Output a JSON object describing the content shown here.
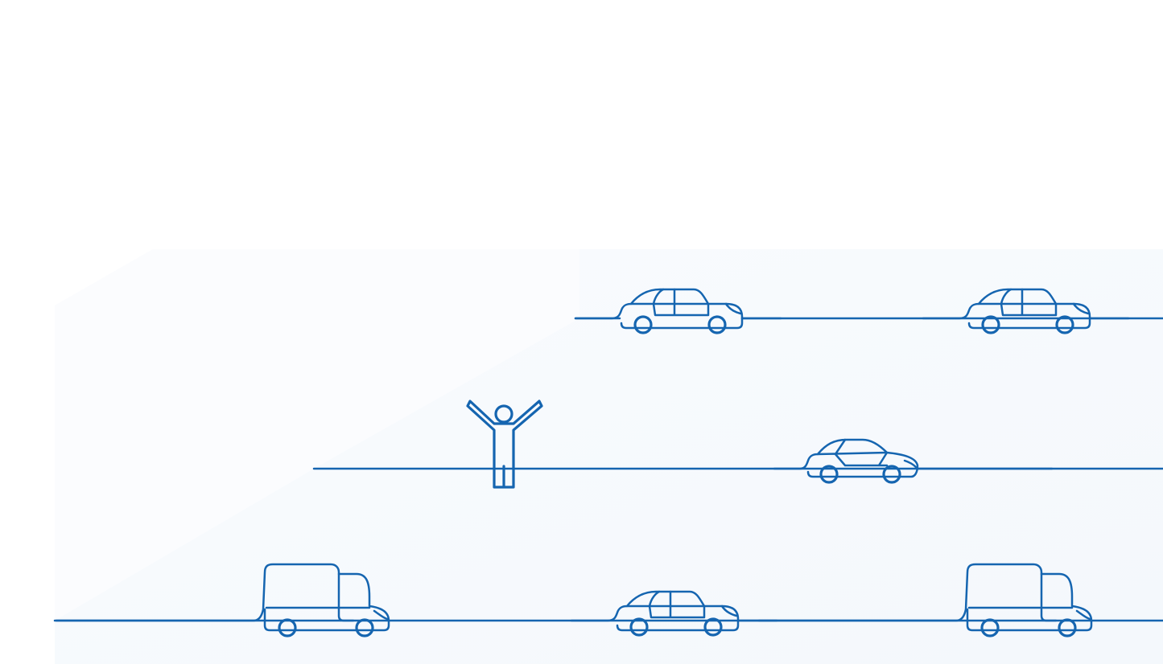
{
  "illustration": {
    "subject": "traffic-lanes",
    "colors": {
      "stroke": "#1565b0",
      "background_band": "#f6f9fc"
    },
    "lanes": [
      {
        "name": "top-lane",
        "vehicles": [
          "suv",
          "suv"
        ]
      },
      {
        "name": "middle-lane",
        "vehicles": [
          "person",
          "sedan"
        ]
      },
      {
        "name": "bottom-lane",
        "vehicles": [
          "truck",
          "suv",
          "truck"
        ]
      }
    ]
  }
}
